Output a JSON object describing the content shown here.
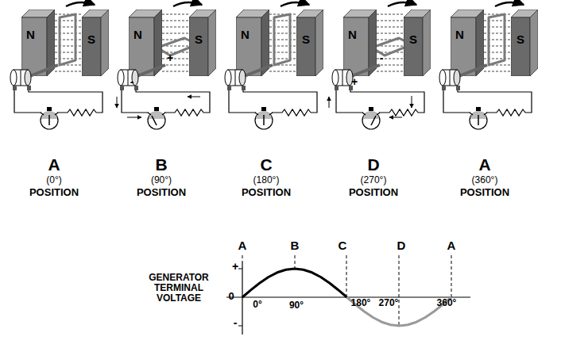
{
  "diagram": {
    "nodes": [
      {
        "text": [
          "N"
        ]
      },
      {
        "text": [
          "S"
        ]
      },
      {
        "text": [
          "N"
        ]
      },
      {
        "text": [
          "S"
        ]
      },
      {
        "text": [
          "N"
        ]
      },
      {
        "text": [
          "S"
        ]
      },
      {
        "text": [
          "N"
        ]
      },
      {
        "text": [
          "S"
        ]
      },
      {
        "text": [
          "N"
        ]
      },
      {
        "text": [
          "S"
        ]
      }
    ],
    "labels": [
      "A",
      "(0°)",
      "POSITION",
      "B",
      "(90°)",
      "POSITION",
      "C",
      "(180°)",
      "POSITION",
      "D",
      "(270°)",
      "POSITION",
      "A",
      "(360°)",
      "POSITION",
      "-",
      "+",
      "+",
      "-",
      "A",
      "B",
      "C",
      "D",
      "A",
      "GENERATOR TERMINAL VOLTAGE",
      "+",
      "0",
      "-",
      "0°",
      "90°",
      "180°",
      "270°",
      "360°"
    ]
  }
}
